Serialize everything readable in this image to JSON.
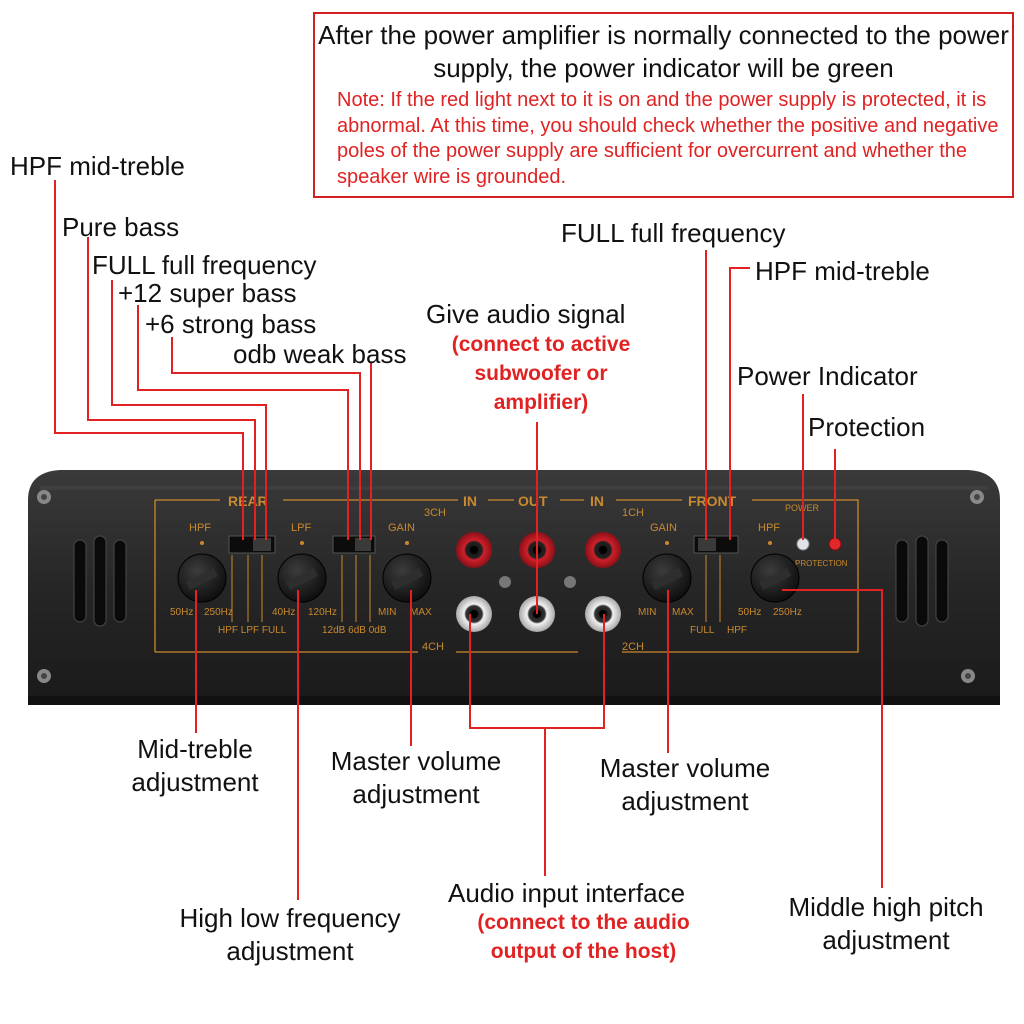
{
  "note": {
    "main": "After the power amplifier is normally connected to the power supply, the power indicator will be green",
    "sub": "Note: If the red light next to it is on and the power supply is protected, it is abnormal. At this time, you should check whether the positive and negative poles of the power supply are sufficient for overcurrent and whether the speaker wire is grounded."
  },
  "labels": {
    "hpf_left": "HPF mid-treble",
    "pure_bass": "Pure bass",
    "full_left": "FULL full frequency",
    "super_bass": "+12 super bass",
    "strong_bass": "+6 strong bass",
    "weak_bass": "odb weak bass",
    "give_audio": "Give audio signal",
    "give_audio_red": "(connect to active subwoofer or amplifier)",
    "full_right": "FULL full frequency",
    "hpf_right": "HPF mid-treble",
    "power_indicator": "Power Indicator",
    "protection": "Protection",
    "mid_treble_adj": "Mid-treble adjustment",
    "master_vol_left": "Master volume adjustment",
    "master_vol_right": "Master volume adjustment",
    "high_low_freq": "High low frequency adjustment",
    "audio_input": "Audio input interface",
    "audio_input_red": "(connect to the audio output of the host)",
    "middle_high": "Middle high pitch adjustment"
  },
  "panel": {
    "rear": "REAR",
    "in1": "IN",
    "out": "OUT",
    "in2": "IN",
    "front": "FRONT",
    "ch3": "3CH",
    "ch1": "1CH",
    "ch4": "4CH",
    "ch2": "2CH",
    "hpf_l": "HPF",
    "lpf": "LPF",
    "gain_l": "GAIN",
    "gain_r": "GAIN",
    "hpf_r": "HPF",
    "power": "POWER",
    "protection": "PROTECTION",
    "k50_l": "50Hz",
    "k250_l": "250Hz",
    "k40": "40Hz",
    "k120": "120Hz",
    "min_l": "MIN",
    "max_l": "MAX",
    "min_r": "MIN",
    "max_r": "MAX",
    "k50_r": "50Hz",
    "k250_r": "250Hz",
    "sw_hpf_lpf_full": "HPF LPF FULL",
    "sw_db": "12dB 6dB 0dB",
    "sw_full": "FULL",
    "sw_hpf": "HPF"
  },
  "colors": {
    "accent_red": "#e02222",
    "panel_gold": "#c9892e",
    "amp_body": "#2a2a2a"
  }
}
